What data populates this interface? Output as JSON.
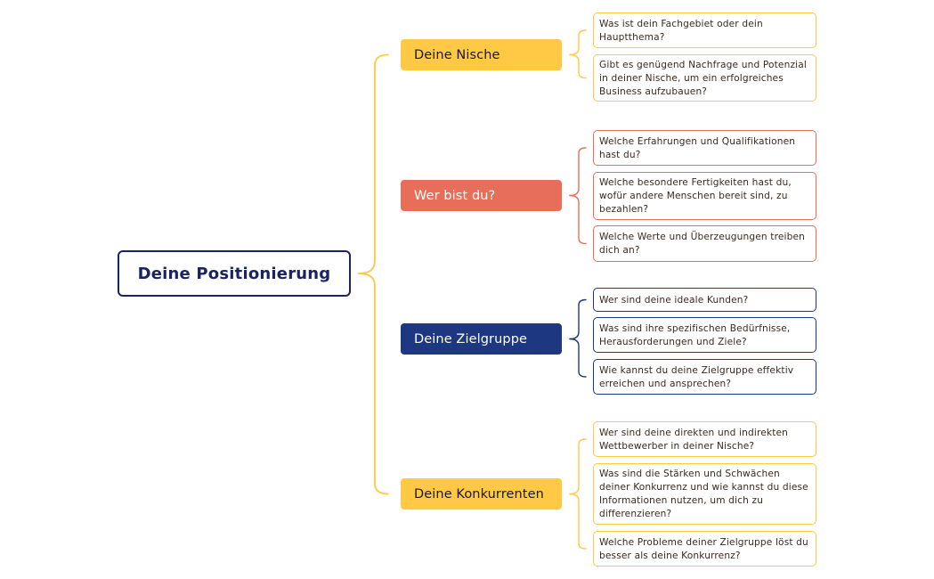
{
  "root": {
    "label": "Deine Positionierung"
  },
  "colors": {
    "root_border": "#1b2460",
    "yellow": "#ffc845",
    "red": "#e76f5a",
    "navy": "#1d3880"
  },
  "topics": [
    {
      "label": "Deine Nische",
      "color": "#ffc845",
      "text_color": "#1a1a1a",
      "questions": [
        "Was ist dein Fachgebiet oder dein Hauptthema?",
        "Gibt es genügend Nachfrage und Potenzial in deiner Nische, um ein erfolgreiches Business aufzubauen?"
      ]
    },
    {
      "label": "Wer bist du?",
      "color": "#e76f5a",
      "text_color": "#ffffff",
      "questions": [
        "Welche Erfahrungen und Qualifikationen hast du?",
        "Welche besondere Fertigkeiten hast du, wofür andere Menschen bereit sind, zu bezahlen?",
        "Welche Werte und Überzeugungen treiben dich an?"
      ]
    },
    {
      "label": "Deine Zielgruppe",
      "color": "#1d3880",
      "text_color": "#ffffff",
      "questions": [
        "Wer sind deine ideale Kunden?",
        "Was sind ihre spezifischen Bedürfnisse, Herausforderungen und Ziele?",
        "Wie kannst du deine Zielgruppe effektiv erreichen und ansprechen?"
      ]
    },
    {
      "label": "Deine Konkurrenten",
      "color": "#ffc845",
      "text_color": "#1a1a1a",
      "questions": [
        "Wer sind deine direkten und indirekten Wettbewerber in deiner Nische?",
        "Was sind die Stärken und Schwächen deiner Konkurrenz und wie kannst du diese Informationen nutzen, um dich zu differenzieren?",
        "Welche Probleme deiner Zielgruppe löst du besser als deine Konkurrenz?"
      ]
    }
  ]
}
